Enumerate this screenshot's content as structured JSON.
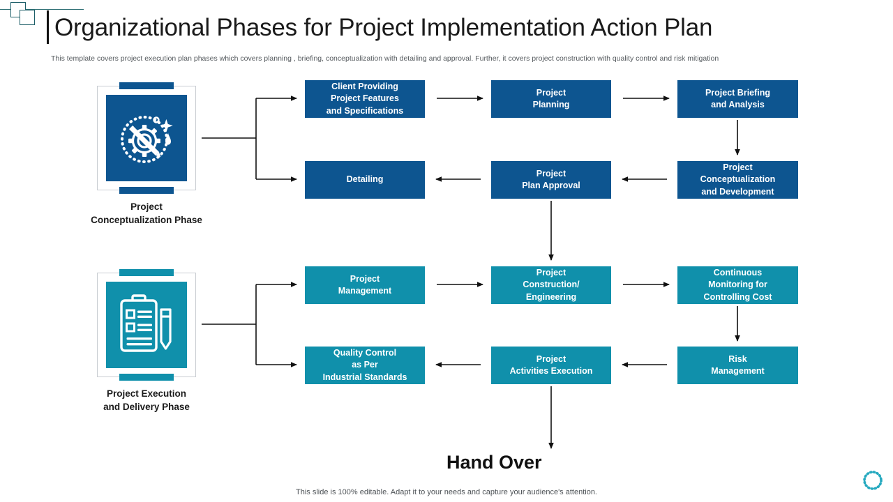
{
  "header": {
    "title": "Organizational Phases for Project Implementation Action Plan",
    "subtitle": "This template covers project execution plan phases which covers planning , briefing, conceptualization with detailing and approval. Further, it covers project construction with quality control and risk mitigation"
  },
  "colors": {
    "dark_blue": "#0d5590",
    "teal": "#1090ab",
    "title_text": "#1a1a1a",
    "subtitle_text": "#555a5e",
    "connector": "#111111",
    "frame_border": "#c9cdd2",
    "deco": "#1d5e68"
  },
  "phases": [
    {
      "id": "conceptualization",
      "label": "Project\nConceptualization Phase",
      "label_line1": "Project",
      "label_line2": "Conceptualization Phase",
      "icon": "gear-pen-sparkle-icon",
      "color": "#0d5590"
    },
    {
      "id": "execution",
      "label": "Project Execution\nand Delivery Phase",
      "label_line1": "Project Execution",
      "label_line2": "and Delivery Phase",
      "icon": "clipboard-pencil-icon",
      "color": "#1090ab"
    }
  ],
  "boxes": [
    {
      "id": "client-providing",
      "text": "Client Providing\nProject Features\nand Specifications",
      "color": "#0d5590",
      "row": 1,
      "col": 1
    },
    {
      "id": "project-planning",
      "text": "Project\nPlanning",
      "color": "#0d5590",
      "row": 1,
      "col": 2
    },
    {
      "id": "project-briefing",
      "text": "Project Briefing\nand Analysis",
      "color": "#0d5590",
      "row": 1,
      "col": 3
    },
    {
      "id": "detailing",
      "text": "Detailing",
      "color": "#0d5590",
      "row": 2,
      "col": 1
    },
    {
      "id": "plan-approval",
      "text": "Project\nPlan Approval",
      "color": "#0d5590",
      "row": 2,
      "col": 2
    },
    {
      "id": "conceptualization-dev",
      "text": "Project\nConceptualization\nand Development",
      "color": "#0d5590",
      "row": 2,
      "col": 3
    },
    {
      "id": "project-management",
      "text": "Project\nManagement",
      "color": "#1090ab",
      "row": 3,
      "col": 1
    },
    {
      "id": "construction-engineering",
      "text": "Project\nConstruction/\nEngineering",
      "color": "#1090ab",
      "row": 3,
      "col": 2
    },
    {
      "id": "continuous-monitoring",
      "text": "Continuous\nMonitoring for\nControlling Cost",
      "color": "#1090ab",
      "row": 3,
      "col": 3
    },
    {
      "id": "quality-control",
      "text": "Quality Control\nas Per\nIndustrial Standards",
      "color": "#1090ab",
      "row": 4,
      "col": 1
    },
    {
      "id": "activities-execution",
      "text": "Project\nActivities Execution",
      "color": "#1090ab",
      "row": 4,
      "col": 2
    },
    {
      "id": "risk-management",
      "text": "Risk\nManagement",
      "color": "#1090ab",
      "row": 4,
      "col": 3
    }
  ],
  "handover": {
    "label": "Hand Over"
  },
  "footer": {
    "note": "This slide is 100% editable. Adapt it to your needs and capture your audience's attention."
  }
}
